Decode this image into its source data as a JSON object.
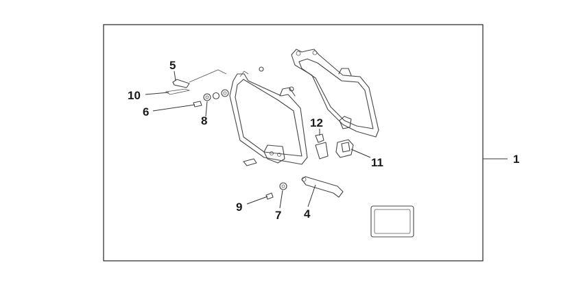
{
  "diagram": {
    "callouts": [
      {
        "id": "1",
        "text": "1"
      },
      {
        "id": "4",
        "text": "4"
      },
      {
        "id": "5",
        "text": "5"
      },
      {
        "id": "6",
        "text": "6"
      },
      {
        "id": "7",
        "text": "7"
      },
      {
        "id": "8",
        "text": "8"
      },
      {
        "id": "9",
        "text": "9"
      },
      {
        "id": "10",
        "text": "10"
      },
      {
        "id": "11",
        "text": "11"
      },
      {
        "id": "12",
        "text": "12"
      }
    ]
  }
}
